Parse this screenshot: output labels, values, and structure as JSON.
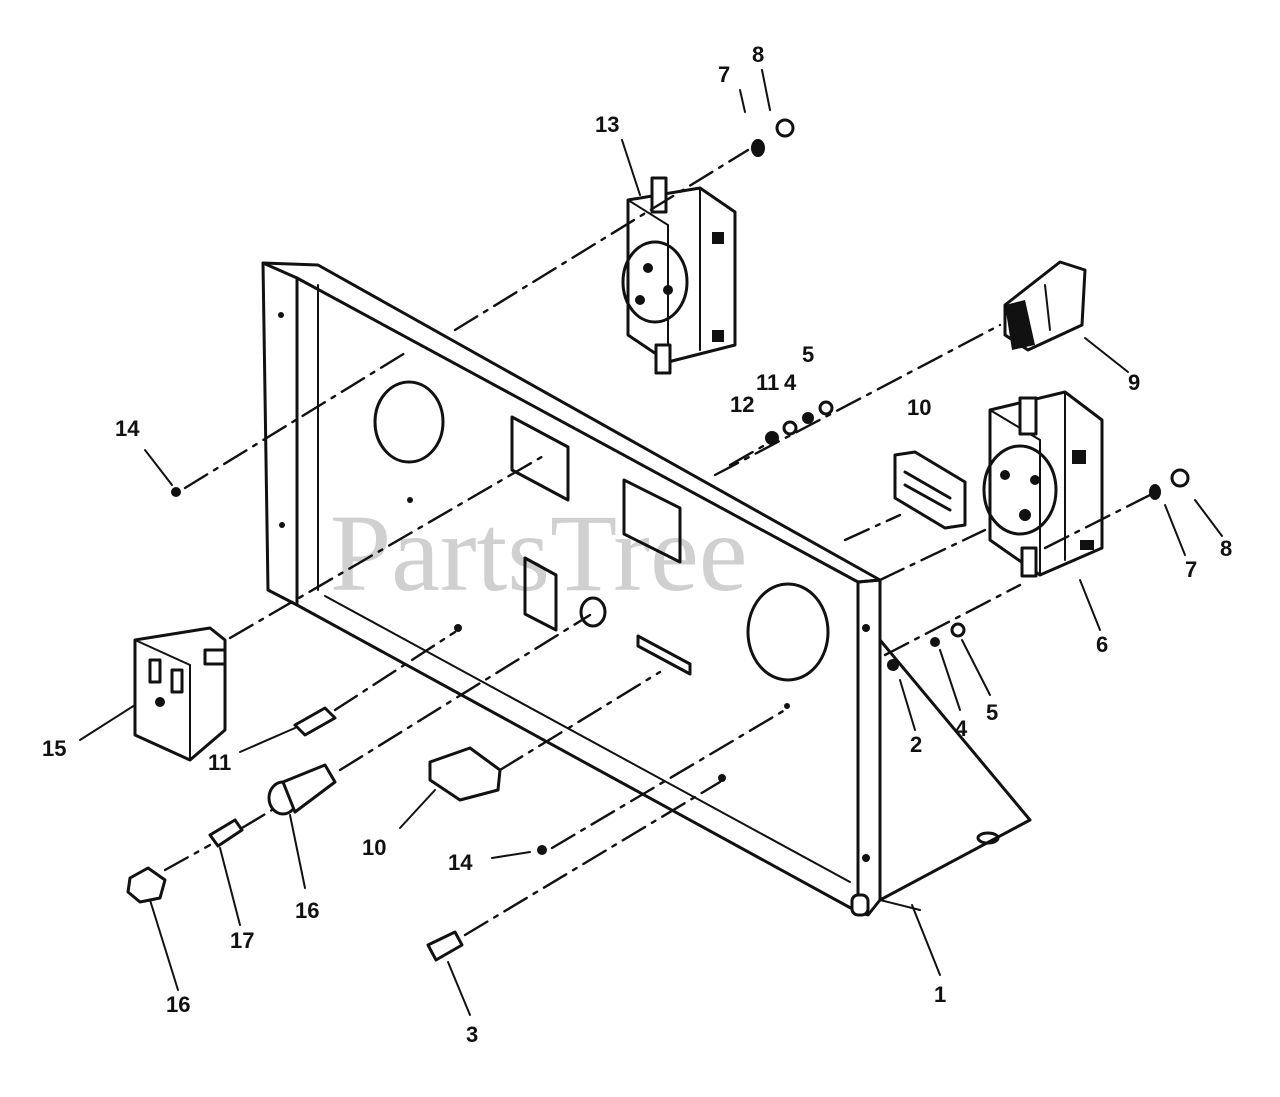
{
  "watermark": "PartsTree",
  "callouts": [
    {
      "id": "c1",
      "label": "1"
    },
    {
      "id": "c2",
      "label": "2"
    },
    {
      "id": "c3",
      "label": "3"
    },
    {
      "id": "c4a",
      "label": "4"
    },
    {
      "id": "c4b",
      "label": "4"
    },
    {
      "id": "c5a",
      "label": "5"
    },
    {
      "id": "c5b",
      "label": "5"
    },
    {
      "id": "c6",
      "label": "6"
    },
    {
      "id": "c7a",
      "label": "7"
    },
    {
      "id": "c7b",
      "label": "7"
    },
    {
      "id": "c8a",
      "label": "8"
    },
    {
      "id": "c8b",
      "label": "8"
    },
    {
      "id": "c9",
      "label": "9"
    },
    {
      "id": "c10a",
      "label": "10"
    },
    {
      "id": "c10b",
      "label": "10"
    },
    {
      "id": "c11a",
      "label": "11"
    },
    {
      "id": "c11b",
      "label": "11"
    },
    {
      "id": "c12",
      "label": "12"
    },
    {
      "id": "c13",
      "label": "13"
    },
    {
      "id": "c14a",
      "label": "14"
    },
    {
      "id": "c14b",
      "label": "14"
    },
    {
      "id": "c15",
      "label": "15"
    },
    {
      "id": "c16a",
      "label": "16"
    },
    {
      "id": "c16b",
      "label": "16"
    },
    {
      "id": "c17",
      "label": "17"
    }
  ]
}
